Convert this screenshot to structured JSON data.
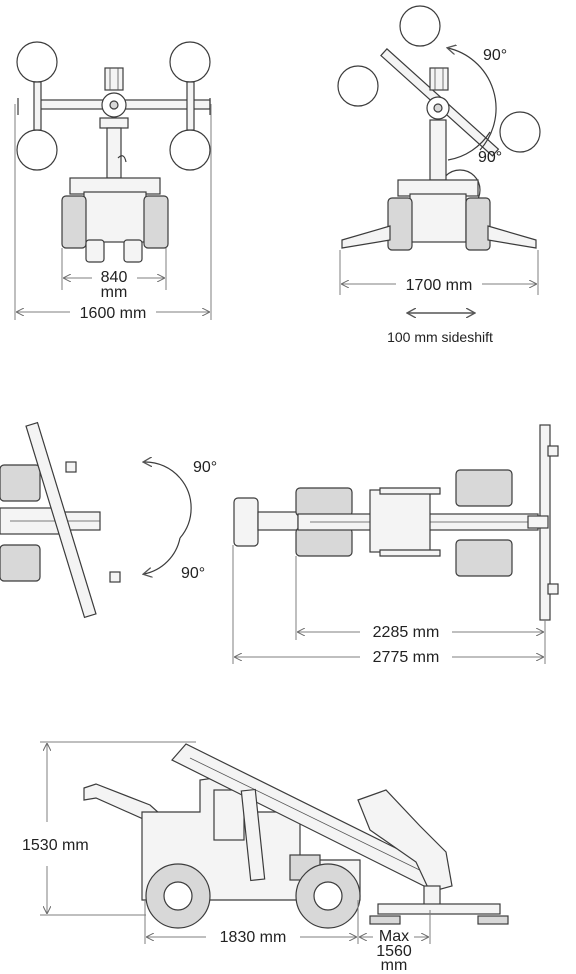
{
  "view_front": {
    "track_width": "840",
    "track_width_unit": "mm",
    "overall_width": "1600 mm"
  },
  "view_front_rotated": {
    "rotation_top": "90°",
    "rotation_bottom": "90°",
    "outrigger_width": "1700 mm",
    "sideshift": "100 mm sideshift"
  },
  "view_top": {
    "rotation_top": "90°",
    "rotation_bottom": "90°",
    "inner_length": "2285 mm",
    "overall_length": "2775 mm"
  },
  "view_side": {
    "height": "1530 mm",
    "wheelbase": "1830 mm",
    "reach_label": "Max",
    "reach_value": "1560",
    "reach_unit": "mm"
  }
}
